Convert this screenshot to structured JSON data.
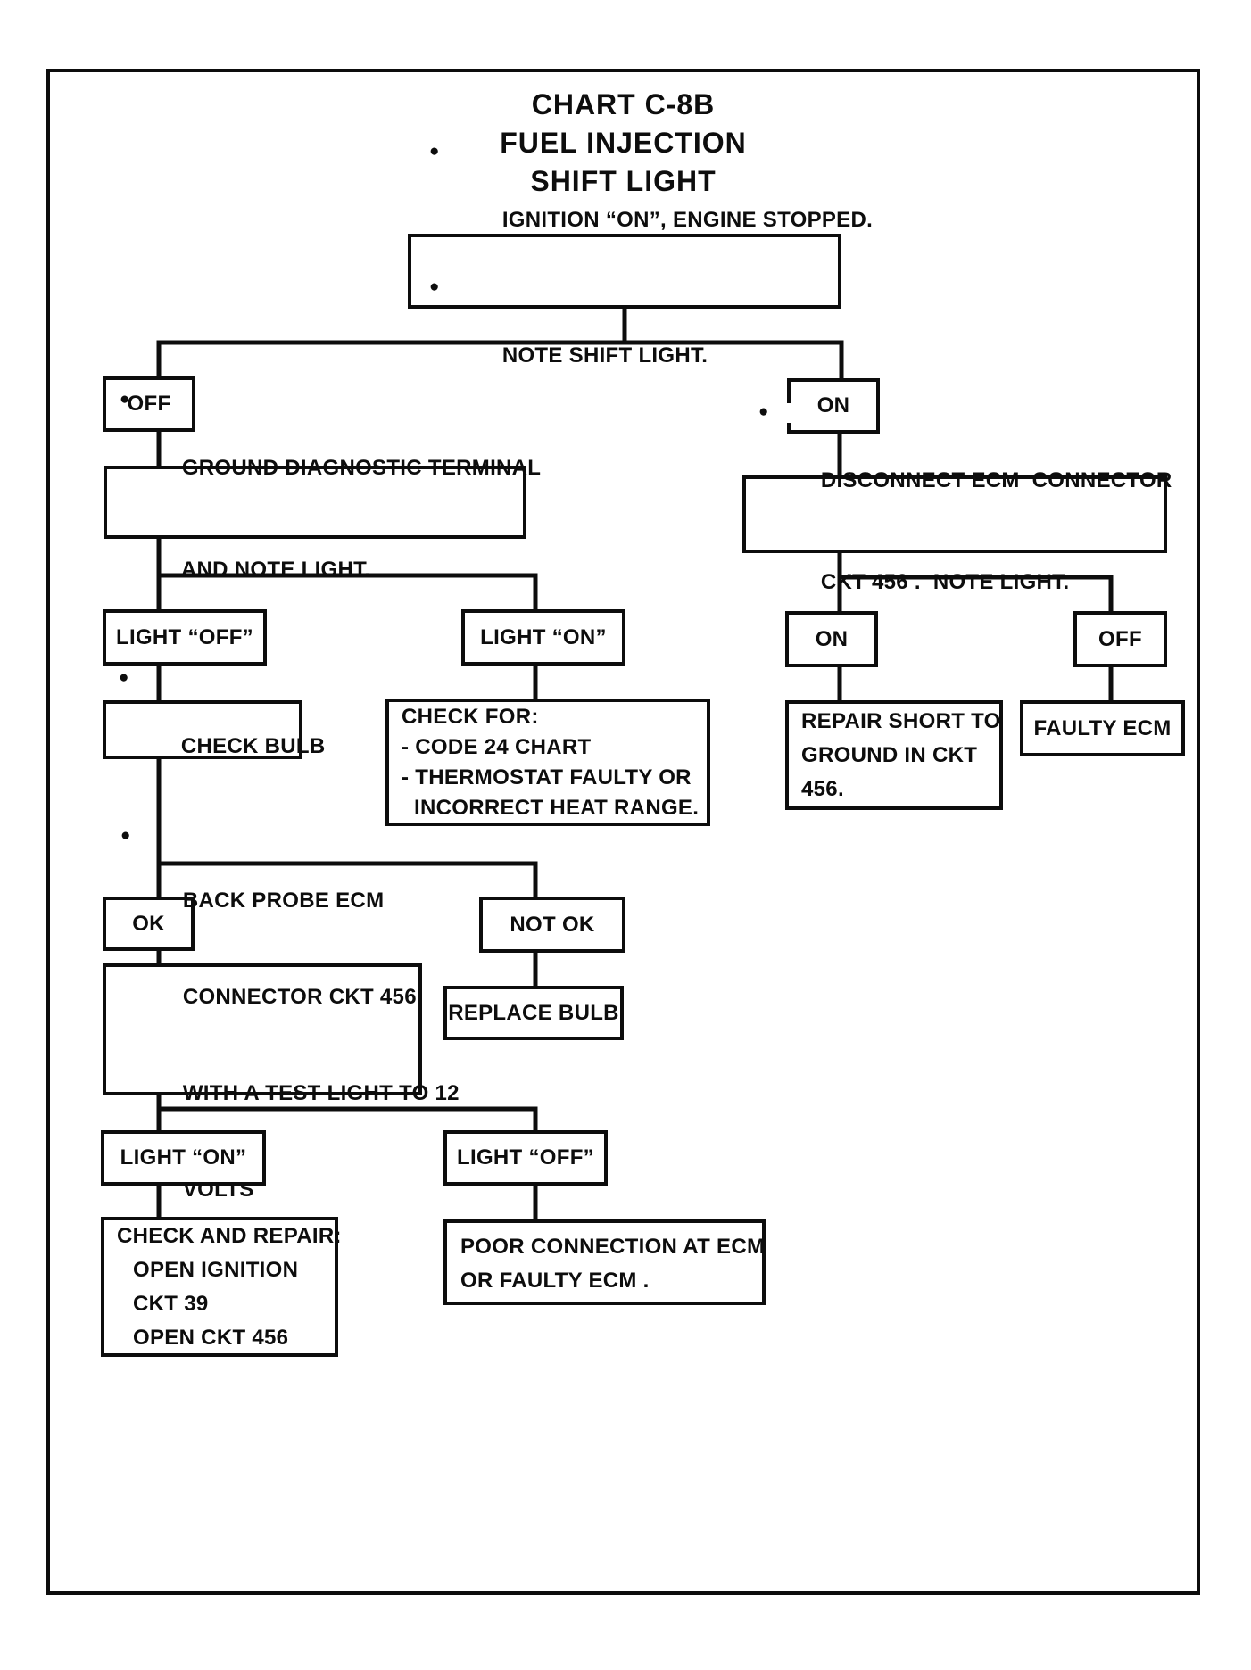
{
  "title": {
    "lines": [
      "CHART C-8B",
      "FUEL INJECTION",
      "SHIFT LIGHT"
    ]
  },
  "icons": {
    "bullet": "●"
  },
  "colors": {
    "ink": "#0d0d0d",
    "paper": "#ffffff"
  },
  "nodes": {
    "start": {
      "lines": [
        "IGNITION “ON”, ENGINE STOPPED.",
        "NOTE SHIFT LIGHT."
      ]
    },
    "off1": {
      "label": "OFF"
    },
    "on1": {
      "label": "ON"
    },
    "ground": {
      "lines": [
        "GROUND DIAGNOSTIC TERMINAL",
        "AND NOTE LIGHT."
      ]
    },
    "disconnect": {
      "lines": [
        "DISCONNECT ECM  CONNECTOR",
        "CKT 456 .  NOTE LIGHT."
      ]
    },
    "light_off_1": {
      "label": "LIGHT “OFF”"
    },
    "light_on_1": {
      "label": "LIGHT “ON”"
    },
    "on2": {
      "label": "ON"
    },
    "off2": {
      "label": "OFF"
    },
    "check_bulb": {
      "label": "CHECK BULB"
    },
    "check_for": {
      "lines": [
        "CHECK FOR:",
        "- CODE 24 CHART",
        "- THERMOSTAT FAULTY OR",
        "INCORRECT HEAT RANGE."
      ]
    },
    "repair_short": {
      "lines": [
        "REPAIR SHORT TO",
        "GROUND IN CKT",
        "456."
      ]
    },
    "faulty_ecm": {
      "label": "FAULTY ECM"
    },
    "ok": {
      "label": "OK"
    },
    "not_ok": {
      "label": "NOT OK"
    },
    "back_probe": {
      "lines": [
        "BACK PROBE ECM",
        "CONNECTOR CKT 456",
        "WITH A TEST LIGHT TO 12",
        "VOLTS"
      ]
    },
    "replace_bulb": {
      "label": "REPLACE BULB"
    },
    "light_on_2": {
      "label": "LIGHT “ON”"
    },
    "light_off_2": {
      "label": "LIGHT “OFF”"
    },
    "check_repair": {
      "lines": [
        "CHECK AND REPAIR:",
        "OPEN IGNITION",
        "CKT 39",
        "OPEN CKT 456"
      ]
    },
    "poor_connection": {
      "lines": [
        "POOR CONNECTION AT ECM",
        "OR FAULTY ECM ."
      ]
    }
  }
}
